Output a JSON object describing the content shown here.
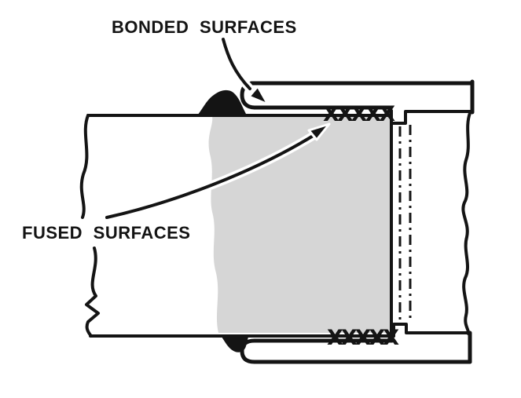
{
  "labels": {
    "bonded": "BONDED SURFACES",
    "fused": "FUSED SURFACES"
  },
  "marks": {
    "fused_weld_top": "XXXXX",
    "fused_weld_bottom": "XXXXX"
  },
  "colors": {
    "line_color": "#141414",
    "fused_fill": "#d6d6d6",
    "background": "#ffffff"
  }
}
